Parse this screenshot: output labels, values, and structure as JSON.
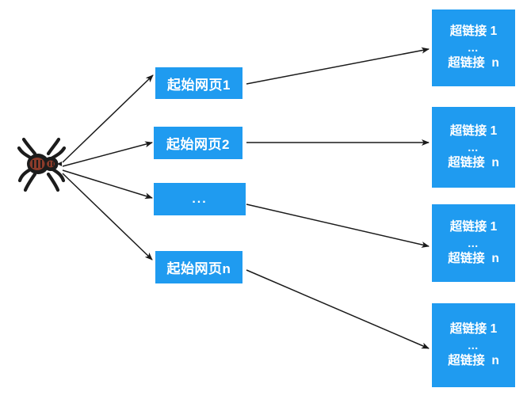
{
  "diagram": {
    "type": "flow",
    "title": "",
    "colors": {
      "node_fill": "#1f9bf0",
      "node_text": "#ffffff",
      "arrow": "#1a1a1a",
      "background": "#ffffff",
      "spider_body": "#8c3b2a",
      "spider_outline": "#1c1c1c"
    },
    "crawler": {
      "icon": "spider-icon",
      "label": ""
    },
    "seed_nodes": [
      {
        "id": "seed-1",
        "label": "起始网页1",
        "is_ellipsis": false
      },
      {
        "id": "seed-2",
        "label": "起始网页2",
        "is_ellipsis": false
      },
      {
        "id": "seed-3",
        "label": "...",
        "is_ellipsis": true
      },
      {
        "id": "seed-4",
        "label": "起始网页n",
        "is_ellipsis": false
      }
    ],
    "link_nodes": [
      {
        "id": "links-1",
        "first": "超链接 1",
        "dots": "…",
        "last": "超链接  n"
      },
      {
        "id": "links-2",
        "first": "超链接 1",
        "dots": "…",
        "last": "超链接  n"
      },
      {
        "id": "links-3",
        "first": "超链接 1",
        "dots": "…",
        "last": "超链接  n"
      },
      {
        "id": "links-4",
        "first": "超链接 1",
        "dots": "…",
        "last": "超链接  n"
      }
    ],
    "edges": [
      {
        "from": "spider",
        "to": "seed-1"
      },
      {
        "from": "spider",
        "to": "seed-2"
      },
      {
        "from": "spider",
        "to": "seed-3"
      },
      {
        "from": "spider",
        "to": "seed-4"
      },
      {
        "from": "seed-1",
        "to": "links-1"
      },
      {
        "from": "seed-2",
        "to": "links-2"
      },
      {
        "from": "seed-3",
        "to": "links-3"
      },
      {
        "from": "seed-4",
        "to": "links-4"
      }
    ]
  }
}
